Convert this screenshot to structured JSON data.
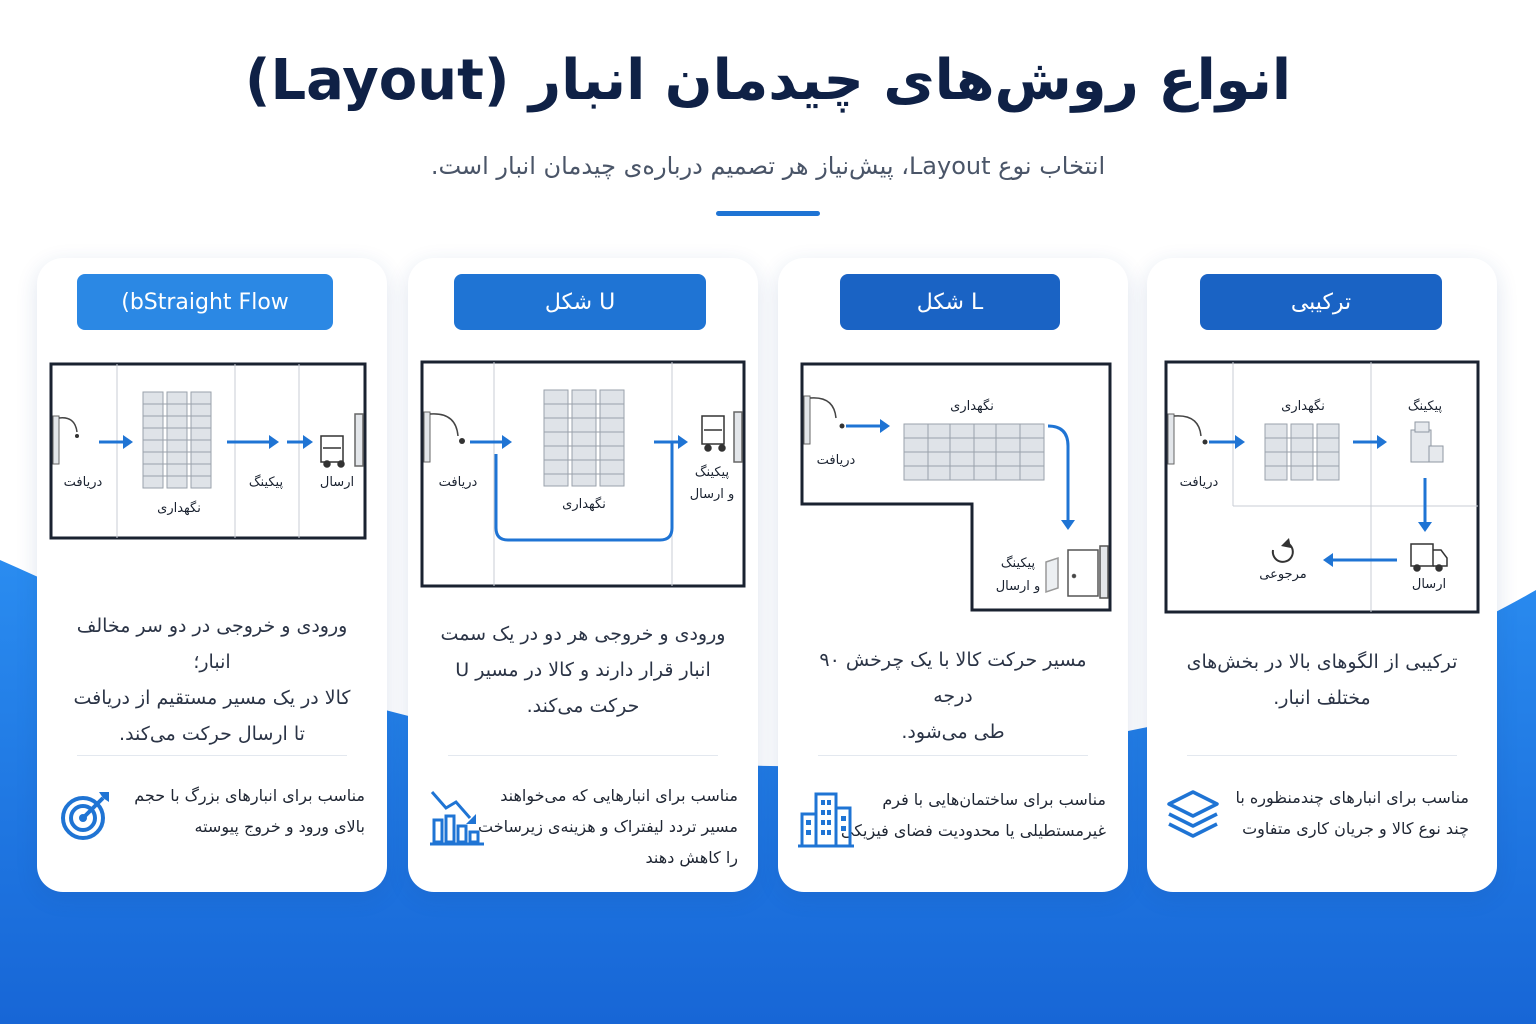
{
  "header": {
    "title": "انواع روش‌های چیدمان انبار (Layout)",
    "subtitle": "انتخاب نوع Layout، پیش‌نیاز هر تصمیم درباره‌ی چیدمان انبار است."
  },
  "colors": {
    "accent": "#1f74d4",
    "pill_light": "#2b88e4",
    "pill_dark": "#1a63c4",
    "title": "#0f2146",
    "background_wave": "#1f7fe6"
  },
  "cards": [
    {
      "pill": "bStraight Flow)",
      "labels": {
        "receive": "دریافت",
        "storage": "نگهداری",
        "picking": "پیکینگ",
        "ship": "ارسال"
      },
      "desc": [
        "ورودی و خروجی در دو سر مخالف انبار؛",
        "کالا در یک مسیر مستقیم از دریافت",
        "تا ارسال حرکت می‌کند."
      ],
      "note": [
        "مناسب برای انبارهای بزرگ با حجم",
        "بالای ورود و خروج پیوسته"
      ],
      "icon": "target-icon"
    },
    {
      "pill": "U شکل",
      "labels": {
        "receive": "دریافت",
        "storage": "نگهداری",
        "picking": "پیکینگ",
        "ship": "و ارسال"
      },
      "desc": [
        "ورودی و خروجی هر دو در یک سمت",
        "انبار قرار دارند و کالا در مسیر U",
        "حرکت می‌کند."
      ],
      "note": [
        "مناسب برای انبارهایی که می‌خواهند",
        "مسیر تردد لیفتراک و هزینه‌ی زیرساخت",
        "را کاهش دهند"
      ],
      "icon": "chart-down-icon"
    },
    {
      "pill": "L شکل",
      "labels": {
        "receive": "دریافت",
        "storage": "نگهداری",
        "picking": "پیکینگ",
        "ship": "و ارسال"
      },
      "desc": [
        "مسیر حرکت کالا با یک چرخش ۹۰ درجه",
        "طی می‌شود."
      ],
      "note": [
        "مناسب برای ساختمان‌هایی با فرم",
        "غیرمستطیلی یا محدودیت فضای فیزیکی"
      ],
      "icon": "building-icon"
    },
    {
      "pill": "ترکیبی",
      "labels": {
        "receive": "دریافت",
        "storage": "نگهداری",
        "picking": "پیکینگ",
        "ship": "ارسال",
        "returns": "مرجوعی"
      },
      "desc": [
        "ترکیبی از الگوهای بالا در بخش‌های",
        "مختلف انبار."
      ],
      "note": [
        "مناسب برای انبارهای چندمنظوره با",
        "چند نوع کالا و جریان کاری متفاوت"
      ],
      "icon": "layers-icon"
    }
  ]
}
